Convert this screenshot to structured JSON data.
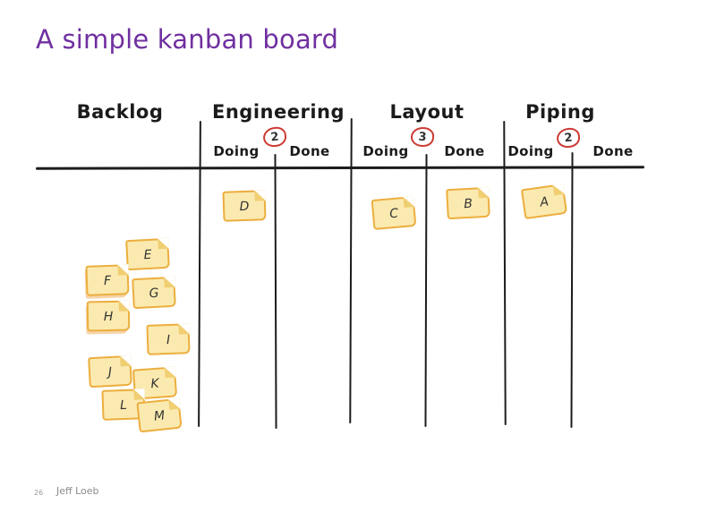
{
  "slide": {
    "title": "A simple kanban board",
    "footer": {
      "page_number": "26",
      "author": "Jeff Loeb"
    }
  },
  "board": {
    "columns": [
      {
        "name": "Backlog"
      },
      {
        "name": "Engineering",
        "wip_limit": "2",
        "doing_label": "Doing",
        "done_label": "Done"
      },
      {
        "name": "Layout",
        "wip_limit": "3",
        "doing_label": "Doing",
        "done_label": "Done"
      },
      {
        "name": "Piping",
        "wip_limit": "2",
        "doing_label": "Doing",
        "done_label": "Done"
      }
    ],
    "colors": {
      "title": "#7030A0",
      "board_line": "#1c1c1c",
      "wip_circle": "#cc3b33",
      "note_fill": "#fbeab0",
      "note_border": "#ecae3e"
    },
    "notes": [
      {
        "label": "A",
        "column": "Piping",
        "status": "Doing"
      },
      {
        "label": "B",
        "column": "Layout",
        "status": "Done"
      },
      {
        "label": "C",
        "column": "Layout",
        "status": "Doing"
      },
      {
        "label": "D",
        "column": "Engineering",
        "status": "Doing"
      },
      {
        "label": "E",
        "column": "Backlog"
      },
      {
        "label": "F",
        "column": "Backlog"
      },
      {
        "label": "G",
        "column": "Backlog"
      },
      {
        "label": "H",
        "column": "Backlog"
      },
      {
        "label": "I",
        "column": "Backlog"
      },
      {
        "label": "J",
        "column": "Backlog"
      },
      {
        "label": "K",
        "column": "Backlog"
      },
      {
        "label": "L",
        "column": "Backlog"
      },
      {
        "label": "M",
        "column": "Backlog"
      }
    ]
  }
}
